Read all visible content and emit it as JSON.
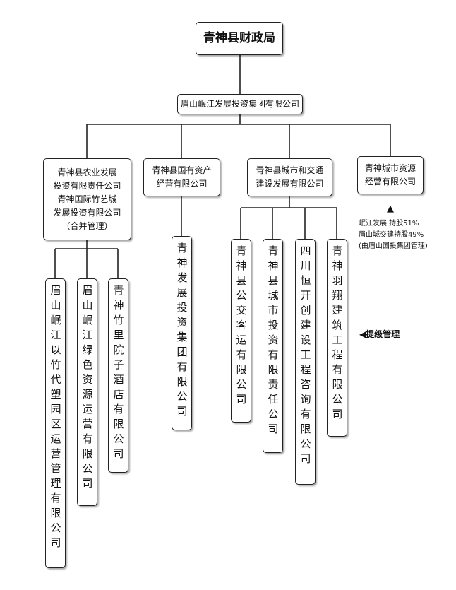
{
  "root": {
    "label": "青神县财政局"
  },
  "group": {
    "label": "眉山岷江发展投资集团有限公司"
  },
  "subsidiaries": {
    "agri": {
      "line1": "青神县农业发展",
      "line2": "投资有限责任公司",
      "line3": "青神国际竹艺城",
      "line4": "发展投资有限公司",
      "line5": "（合并管理）"
    },
    "state_assets": {
      "line1": "青神县国有资产",
      "line2": "经营有限公司"
    },
    "urban_transport": {
      "line1": "青神县城市和交通",
      "line2": "建设发展有限公司"
    },
    "city_resources": {
      "line1": "青神城市资源",
      "line2": "经营有限公司"
    }
  },
  "ownership_note": {
    "line1": "岷江发展  持股51%",
    "line2": "眉山城交建持股49%",
    "line3": "(由眉山国投集团管理)"
  },
  "level_note": "◀提级管理",
  "leaves": {
    "agri_children": [
      {
        "label": "眉山岷江以竹代塑园区运营管理有限公司"
      },
      {
        "label": "眉山岷江绿色资源运营有限公司"
      },
      {
        "label": "青神竹里院子酒店有限公司"
      }
    ],
    "state_children": [
      {
        "label": "青神发展投资集团有限公司"
      }
    ],
    "urban_children": [
      {
        "label": "青神县公交客运有限公司"
      },
      {
        "label": "青神县城市投资有限责任公司"
      },
      {
        "label": "四川恒开创建设工程咨询有限公司"
      },
      {
        "label": "青神羽翔建筑工程有限公司"
      }
    ]
  }
}
